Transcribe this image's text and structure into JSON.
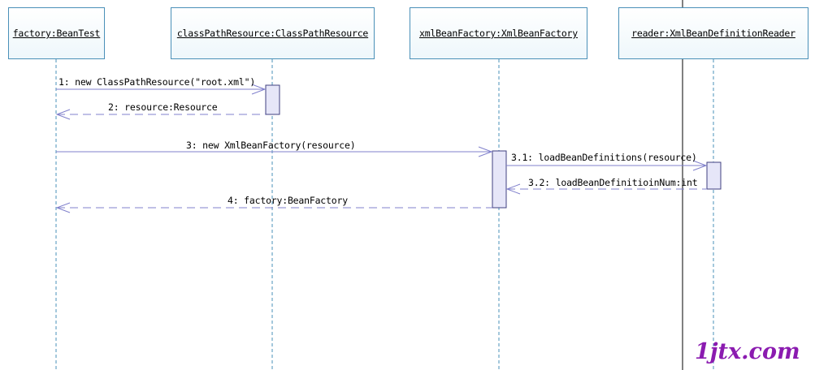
{
  "lifelines": [
    {
      "id": "test",
      "label": "factory:BeanTest"
    },
    {
      "id": "resource",
      "label": "classPathResource:ClassPathResource"
    },
    {
      "id": "factory",
      "label": "xmlBeanFactory:XmlBeanFactory"
    },
    {
      "id": "reader",
      "label": "reader:XmlBeanDefinitionReader"
    }
  ],
  "messages": [
    {
      "label": "1: new ClassPathResource(\"root.xml\")",
      "kind": "call"
    },
    {
      "label": "2: resource:Resource",
      "kind": "return"
    },
    {
      "label": "3: new XmlBeanFactory(resource)",
      "kind": "call"
    },
    {
      "label": "3.1: loadBeanDefinitions(resource)",
      "kind": "call"
    },
    {
      "label": "3.2: loadBeanDefinitioinNum:int",
      "kind": "return"
    },
    {
      "label": "4: factory:BeanFactory",
      "kind": "return"
    }
  ],
  "watermark": "1jtx.com",
  "colors": {
    "lifeline": "#4a90b8",
    "message": "#8080cc",
    "activation_fill": "#e6e6f8",
    "activation_border": "#404080",
    "watermark": "#8b1bb0"
  }
}
